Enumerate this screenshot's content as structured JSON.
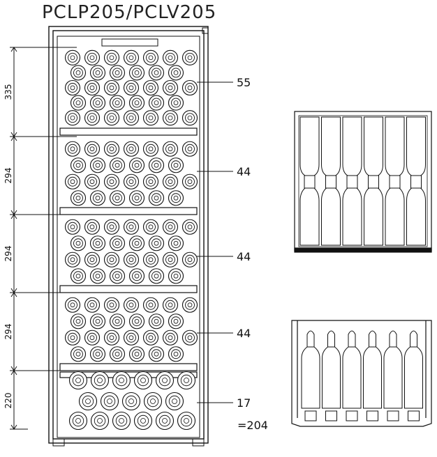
{
  "title": "PCLP205/PCLV205",
  "sections": [
    {
      "height": "335",
      "count": "55"
    },
    {
      "height": "294",
      "count": "44"
    },
    {
      "height": "294",
      "count": "44"
    },
    {
      "height": "294",
      "count": "44"
    },
    {
      "height": "220",
      "count": "17"
    }
  ],
  "total": "=204",
  "line_color": "#111111"
}
